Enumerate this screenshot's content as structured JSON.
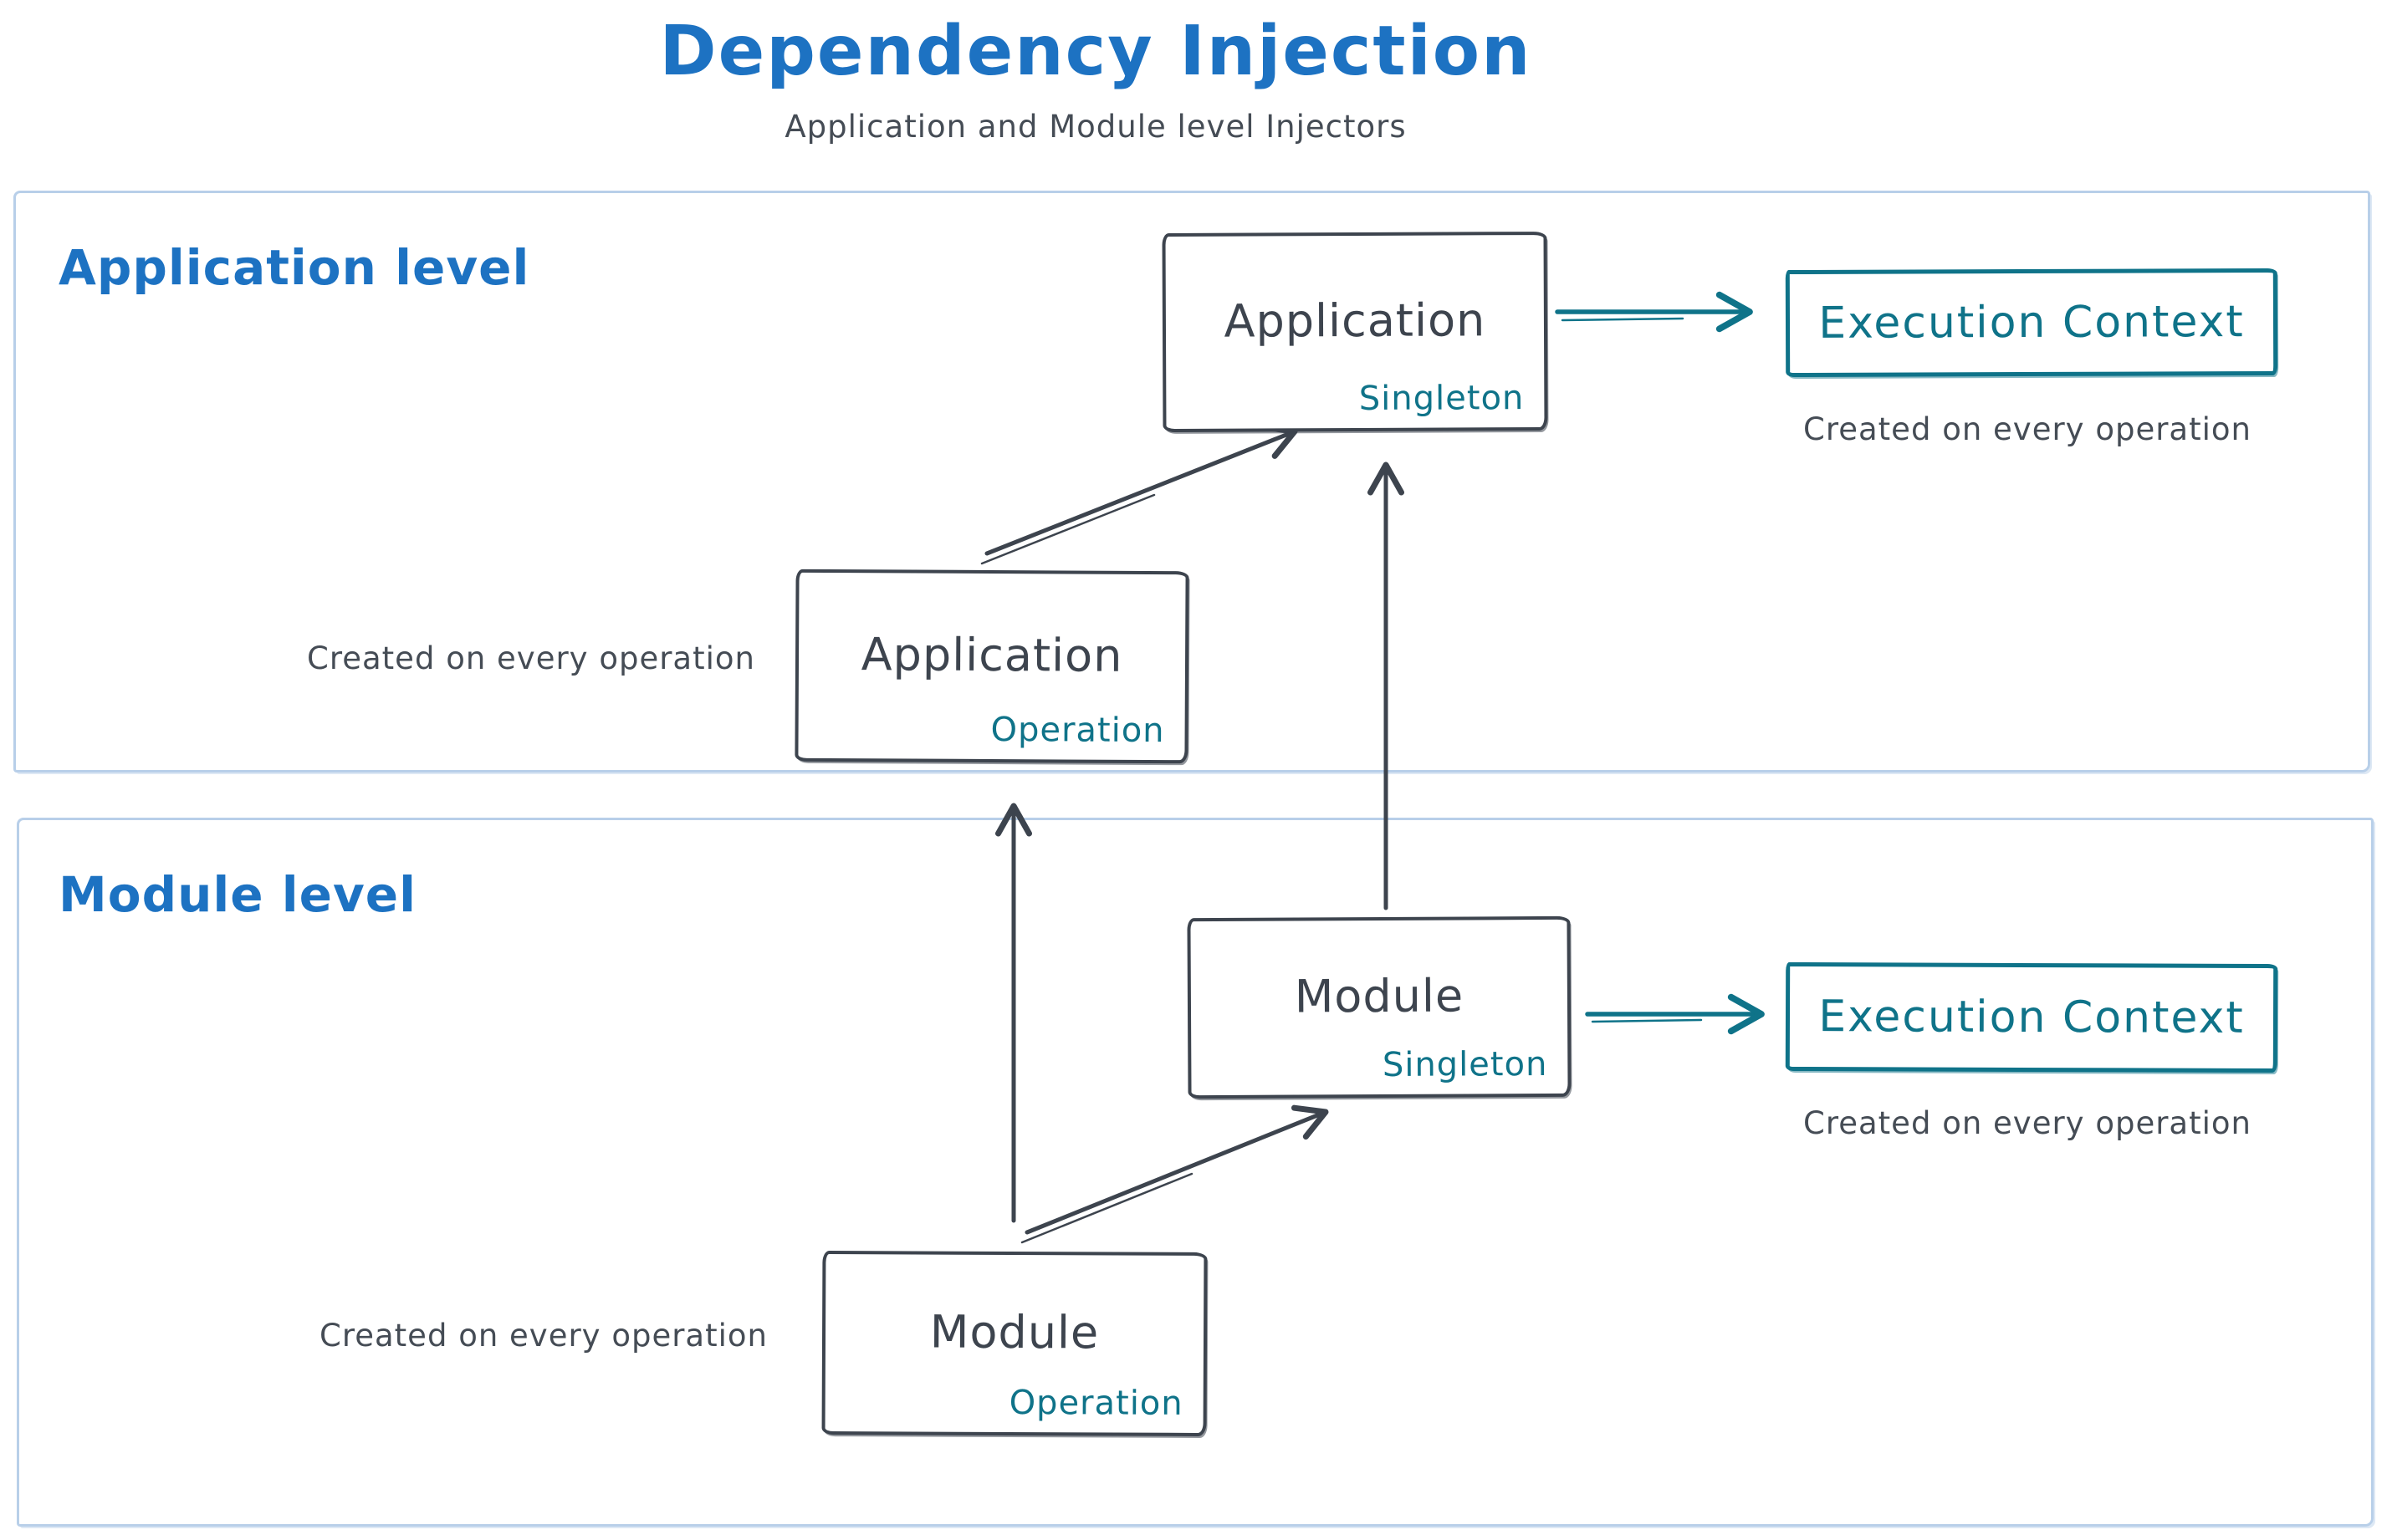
{
  "header": {
    "title": "Dependency Injection",
    "subtitle": "Application and Module level Injectors"
  },
  "sections": {
    "application": {
      "label": "Application level"
    },
    "module": {
      "label": "Module level"
    }
  },
  "nodes": {
    "app_singleton": {
      "title": "Application",
      "badge": "Singleton"
    },
    "app_operation": {
      "title": "Application",
      "badge": "Operation"
    },
    "module_singleton": {
      "title": "Module",
      "badge": "Singleton"
    },
    "module_operation": {
      "title": "Module",
      "badge": "Operation"
    },
    "app_execution_context": {
      "title": "Execution Context"
    },
    "module_execution_context": {
      "title": "Execution Context"
    }
  },
  "captions": {
    "app_execution": "Created on every operation",
    "app_operation": "Created on every operation",
    "module_execution": "Created on every operation",
    "module_operation": "Created on every operation"
  },
  "colors": {
    "accent_blue": "#1d72c2",
    "ink_dark": "#3d444e",
    "teal": "#0f7389",
    "frame_blue": "#b8cfe9",
    "caption_gray": "#454c55"
  }
}
